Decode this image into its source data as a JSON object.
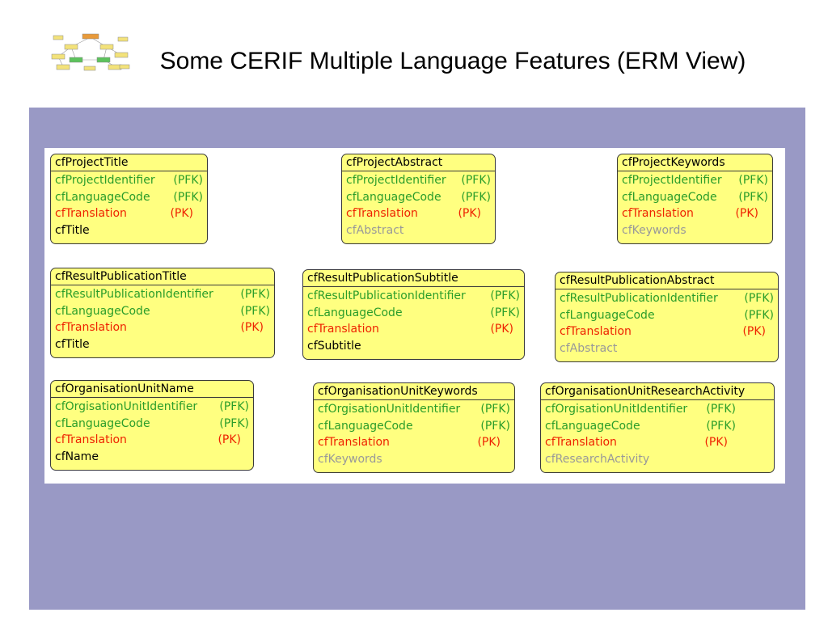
{
  "slide": {
    "title": "Some CERIF Multiple Language Features (ERM View)"
  },
  "entities": [
    {
      "name": "cfProjectTitle",
      "attrs": [
        {
          "name": "cfProjectIdentifier",
          "key": "(PFK)",
          "role": "pfk"
        },
        {
          "name": "cfLanguageCode",
          "key": "(PFK)",
          "role": "pfk"
        },
        {
          "name": "cfTranslation",
          "key": "(PK)",
          "role": "pk"
        },
        {
          "name": "cfTitle",
          "key": "",
          "role": "plain"
        }
      ]
    },
    {
      "name": "cfProjectAbstract",
      "attrs": [
        {
          "name": "cfProjectIdentifier",
          "key": "(PFK)",
          "role": "pfk"
        },
        {
          "name": "cfLanguageCode",
          "key": "(PFK)",
          "role": "pfk"
        },
        {
          "name": "cfTranslation",
          "key": "(PK)",
          "role": "pk"
        },
        {
          "name": "cfAbstract",
          "key": "",
          "role": "lang"
        }
      ]
    },
    {
      "name": "cfProjectKeywords",
      "attrs": [
        {
          "name": "cfProjectIdentifier",
          "key": "(PFK)",
          "role": "pfk"
        },
        {
          "name": "cfLanguageCode",
          "key": "(PFK)",
          "role": "pfk"
        },
        {
          "name": "cfTranslation",
          "key": "(PK)",
          "role": "pk"
        },
        {
          "name": "cfKeywords",
          "key": "",
          "role": "lang"
        }
      ]
    },
    {
      "name": "cfResultPublicationTitle",
      "attrs": [
        {
          "name": "cfResultPublicationIdentifier",
          "key": "(PFK)",
          "role": "pfk"
        },
        {
          "name": "cfLanguageCode",
          "key": "(PFK)",
          "role": "pfk"
        },
        {
          "name": "cfTranslation",
          "key": "(PK)",
          "role": "pk"
        },
        {
          "name": "cfTitle",
          "key": "",
          "role": "plain"
        }
      ]
    },
    {
      "name": "cfResultPublicationSubtitle",
      "attrs": [
        {
          "name": "cfResultPublicationIdentifier",
          "key": "(PFK)",
          "role": "pfk"
        },
        {
          "name": "cfLanguageCode",
          "key": "(PFK)",
          "role": "pfk"
        },
        {
          "name": "cfTranslation",
          "key": "(PK)",
          "role": "pk"
        },
        {
          "name": "cfSubtitle",
          "key": "",
          "role": "plain"
        }
      ]
    },
    {
      "name": "cfResultPublicationAbstract",
      "attrs": [
        {
          "name": "cfResultPublicationIdentifier",
          "key": "(PFK)",
          "role": "pfk"
        },
        {
          "name": "cfLanguageCode",
          "key": "(PFK)",
          "role": "pfk"
        },
        {
          "name": "cfTranslation",
          "key": "(PK)",
          "role": "pk"
        },
        {
          "name": "cfAbstract",
          "key": "",
          "role": "lang"
        }
      ]
    },
    {
      "name": "cfOrganisationUnitName",
      "attrs": [
        {
          "name": "cfOrgisationUnitIdentifier",
          "key": "(PFK)",
          "role": "pfk"
        },
        {
          "name": "cfLanguageCode",
          "key": "(PFK)",
          "role": "pfk"
        },
        {
          "name": "cfTranslation",
          "key": "(PK)",
          "role": "pk"
        },
        {
          "name": "cfName",
          "key": "",
          "role": "plain"
        }
      ]
    },
    {
      "name": "cfOrganisationUnitKeywords",
      "attrs": [
        {
          "name": "cfOrgisationUnitIdentifier",
          "key": "(PFK)",
          "role": "pfk"
        },
        {
          "name": "cfLanguageCode",
          "key": "(PFK)",
          "role": "pfk"
        },
        {
          "name": "cfTranslation",
          "key": "(PK)",
          "role": "pk"
        },
        {
          "name": "cfKeywords",
          "key": "",
          "role": "lang"
        }
      ]
    },
    {
      "name": "cfOrganisationUnitResearchActivity",
      "attrs": [
        {
          "name": "cfOrgisationUnitIdentifier",
          "key": "(PFK)",
          "role": "pfk"
        },
        {
          "name": "cfLanguageCode",
          "key": "(PFK)",
          "role": "pfk"
        },
        {
          "name": "cfTranslation",
          "key": "(PK)",
          "role": "pk"
        },
        {
          "name": "cfResearchActivity",
          "key": "",
          "role": "lang"
        }
      ]
    }
  ],
  "colors": {
    "panel": "#9999c5",
    "entity_fill": "#ffff80",
    "pfk": "#2a9d2a",
    "pk": "#ee2200",
    "language_attr": "#999999"
  }
}
